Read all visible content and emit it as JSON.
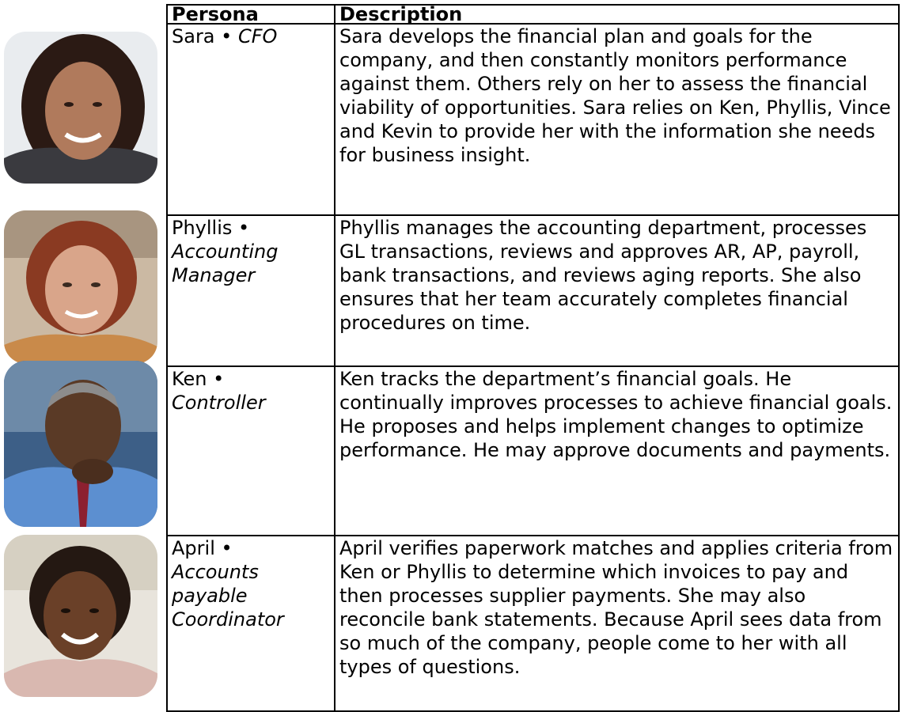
{
  "table": {
    "headers": {
      "persona": "Persona",
      "description": "Description"
    },
    "rows": [
      {
        "name": "Sara •",
        "role": "CFO",
        "description": "Sara develops the financial plan and goals for the company, and then constantly monitors performance against them. Others rely on her to assess the financial viability of opportunities. Sara relies on Ken, Phyllis, Vince and Kevin to provide her with the information she needs for business insight."
      },
      {
        "name": "Phyllis  •",
        "role": "Accounting Manager",
        "description": "Phyllis manages the accounting department, processes GL transactions, reviews and approves AR, AP, payroll, bank transactions, and reviews aging reports. She also ensures that her team accurately completes financial procedures on time."
      },
      {
        "name": "Ken •",
        "role": "Controller",
        "description": "Ken tracks the department’s financial goals. He continually improves processes to achieve financial goals. He proposes and helps implement changes to optimize performance. He may approve documents and payments."
      },
      {
        "name": "April •",
        "role": "Accounts payable Coordinator",
        "description": "April verifies paperwork matches and applies criteria from Ken or Phyllis to determine which invoices to pay and then processes supplier payments. She may also reconcile bank statements. Because April sees data from so much of the company, people come to her with all types of questions."
      }
    ]
  }
}
